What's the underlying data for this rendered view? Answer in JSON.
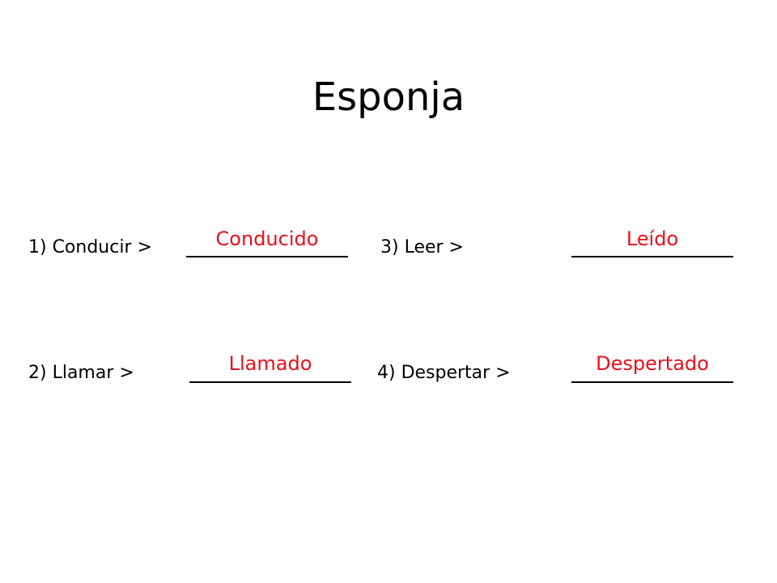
{
  "title": "Esponja",
  "accent_color": "#e8101b",
  "items": [
    {
      "prompt": "1) Conducir >",
      "answer": "Conducido"
    },
    {
      "prompt": "2) Llamar >",
      "answer": "Llamado"
    },
    {
      "prompt": "3) Leer >",
      "answer": "Leído"
    },
    {
      "prompt": "4) Despertar >",
      "answer": "Despertado"
    }
  ]
}
